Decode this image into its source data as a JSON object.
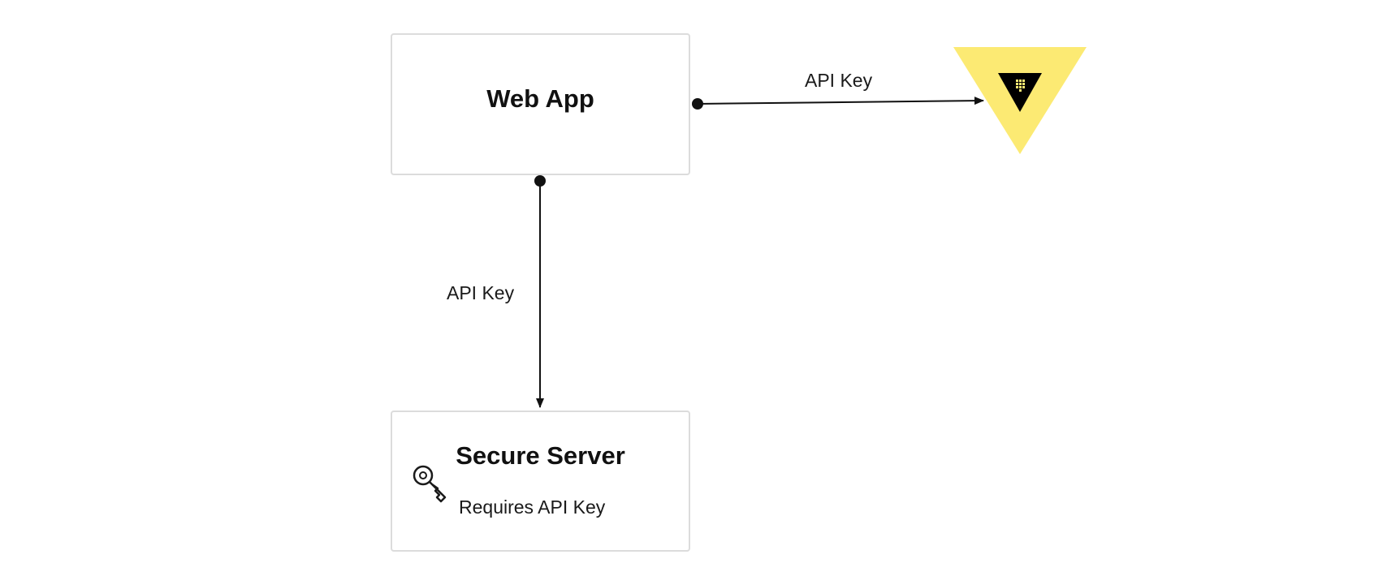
{
  "nodes": {
    "web_app": {
      "title": "Web App"
    },
    "secure_server": {
      "title": "Secure Server",
      "subtitle": "Requires API Key",
      "icon": "key-icon"
    },
    "vault": {
      "icon": "vault-logo",
      "fill_color": "#FCEA73",
      "mark_color": "#000000"
    }
  },
  "edges": [
    {
      "from": "Web App",
      "to": "Vault",
      "label": "API Key"
    },
    {
      "from": "Web App",
      "to": "Secure Server",
      "label": "API Key"
    }
  ],
  "colors": {
    "node_border": "#DCDCDC",
    "connector": "#111111",
    "text": "#111111"
  }
}
